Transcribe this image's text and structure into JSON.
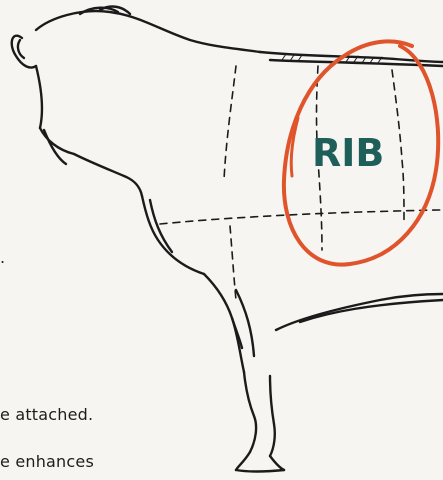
{
  "diagram": {
    "label_rib": "RIB",
    "colors": {
      "outline": "#1b1b1b",
      "circle": "#e0542c",
      "label": "#1f5f5a",
      "background": "#f6f5f1"
    }
  },
  "text_fragments": {
    "period": ".",
    "attached": "e attached.",
    "enhances": "e enhances"
  }
}
